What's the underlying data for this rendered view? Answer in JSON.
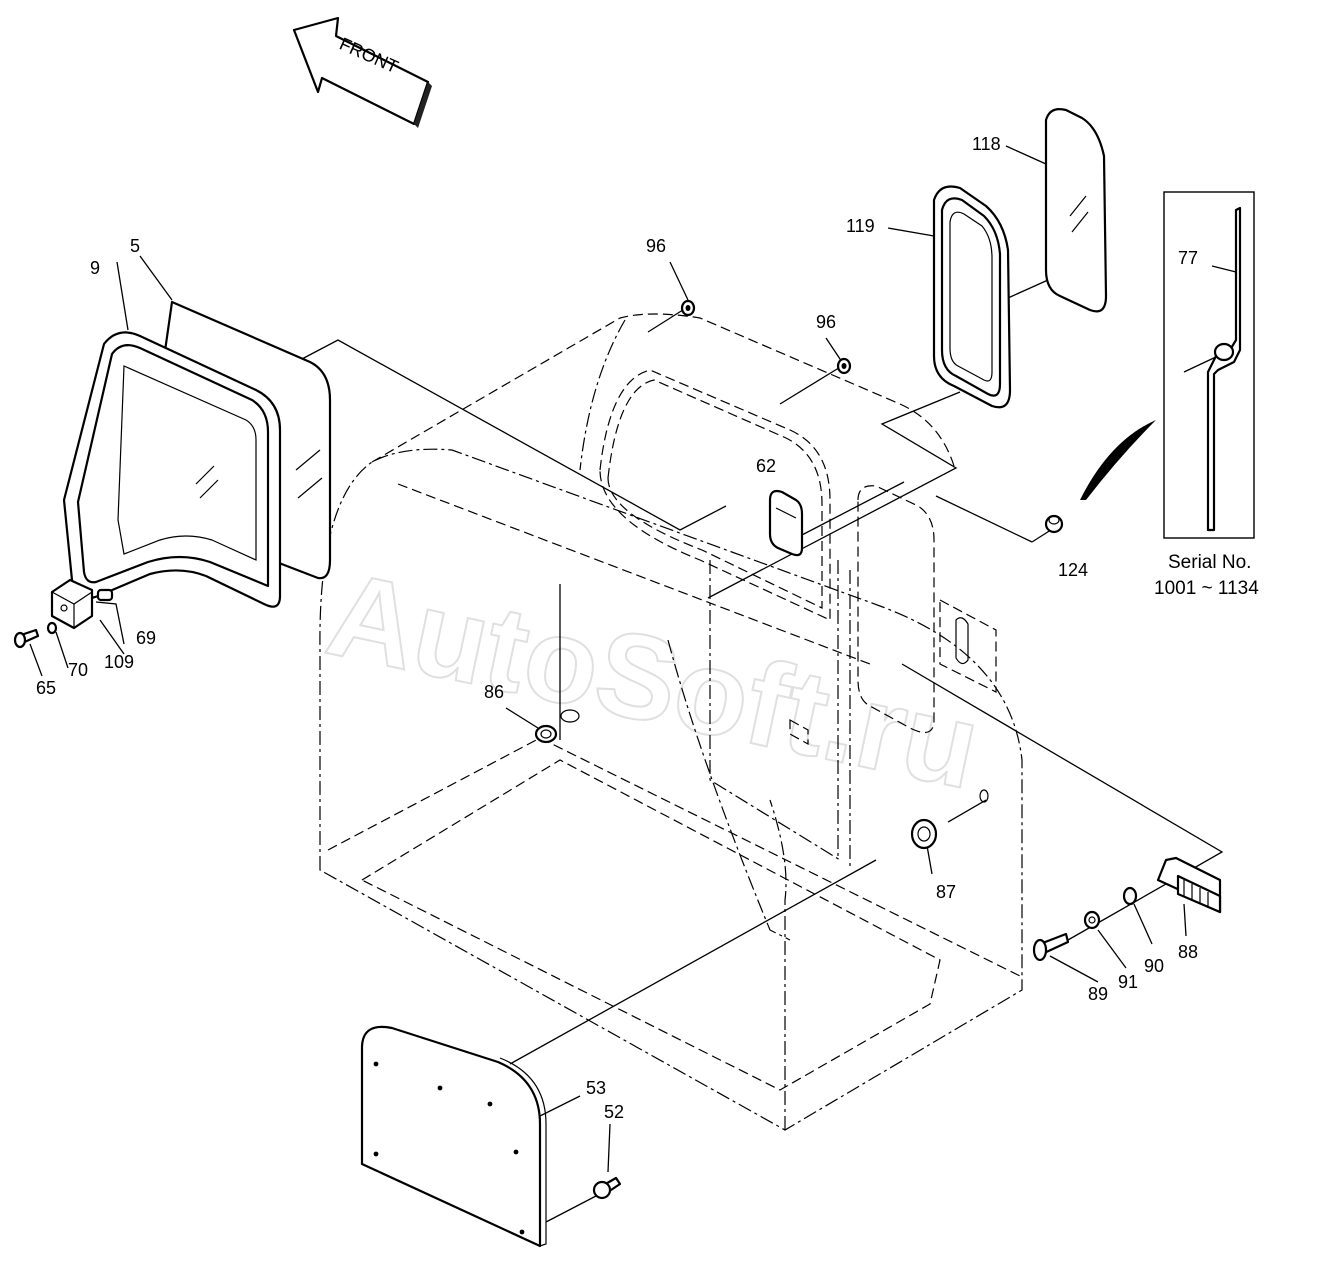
{
  "front_arrow": {
    "label": "FRONT"
  },
  "watermark": "AutoSoft.ru",
  "inset": {
    "caption_line1": "Serial No.",
    "caption_line2": "1001 ~ 1134"
  },
  "callouts": [
    {
      "id": "9",
      "part": "window-seal"
    },
    {
      "id": "5",
      "part": "front-glass"
    },
    {
      "id": "96",
      "part": "grommet-upper"
    },
    {
      "id": "96",
      "part": "grommet-lower"
    },
    {
      "id": "118",
      "part": "side-glass"
    },
    {
      "id": "119",
      "part": "side-window-seal"
    },
    {
      "id": "77",
      "part": "antenna"
    },
    {
      "id": "62",
      "part": "interior-lamp"
    },
    {
      "id": "124",
      "part": "antenna-mount-cap"
    },
    {
      "id": "69",
      "part": "pin"
    },
    {
      "id": "109",
      "part": "bracket-block"
    },
    {
      "id": "70",
      "part": "washer"
    },
    {
      "id": "65",
      "part": "bolt"
    },
    {
      "id": "86",
      "part": "grommet-floor"
    },
    {
      "id": "87",
      "part": "seal-ring"
    },
    {
      "id": "88",
      "part": "door-latch"
    },
    {
      "id": "90",
      "part": "spring-washer"
    },
    {
      "id": "91",
      "part": "flat-washer"
    },
    {
      "id": "89",
      "part": "latch-bolt"
    },
    {
      "id": "53",
      "part": "floor-cover-plate"
    },
    {
      "id": "52",
      "part": "plate-bolt"
    }
  ]
}
